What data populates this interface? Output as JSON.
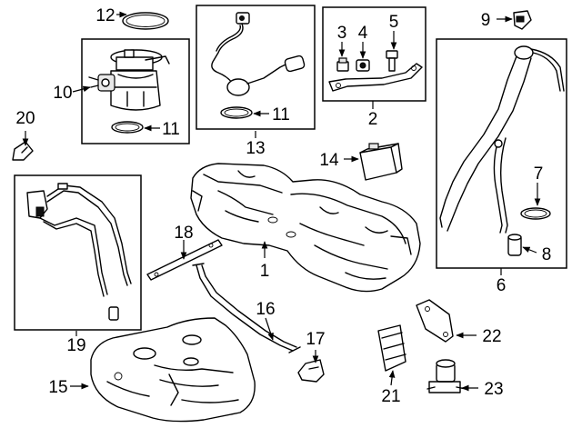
{
  "diagram": {
    "callouts": [
      {
        "id": "c1",
        "label": "1"
      },
      {
        "id": "c2",
        "label": "2"
      },
      {
        "id": "c3",
        "label": "3"
      },
      {
        "id": "c4",
        "label": "4"
      },
      {
        "id": "c5",
        "label": "5"
      },
      {
        "id": "c6",
        "label": "6"
      },
      {
        "id": "c7",
        "label": "7"
      },
      {
        "id": "c8",
        "label": "8"
      },
      {
        "id": "c9",
        "label": "9"
      },
      {
        "id": "c10",
        "label": "10"
      },
      {
        "id": "c11a",
        "label": "11"
      },
      {
        "id": "c11b",
        "label": "11"
      },
      {
        "id": "c12",
        "label": "12"
      },
      {
        "id": "c13",
        "label": "13"
      },
      {
        "id": "c14",
        "label": "14"
      },
      {
        "id": "c15",
        "label": "15"
      },
      {
        "id": "c16",
        "label": "16"
      },
      {
        "id": "c17",
        "label": "17"
      },
      {
        "id": "c18",
        "label": "18"
      },
      {
        "id": "c19",
        "label": "19"
      },
      {
        "id": "c20",
        "label": "20"
      },
      {
        "id": "c21",
        "label": "21"
      },
      {
        "id": "c22",
        "label": "22"
      },
      {
        "id": "c23",
        "label": "23"
      }
    ]
  }
}
